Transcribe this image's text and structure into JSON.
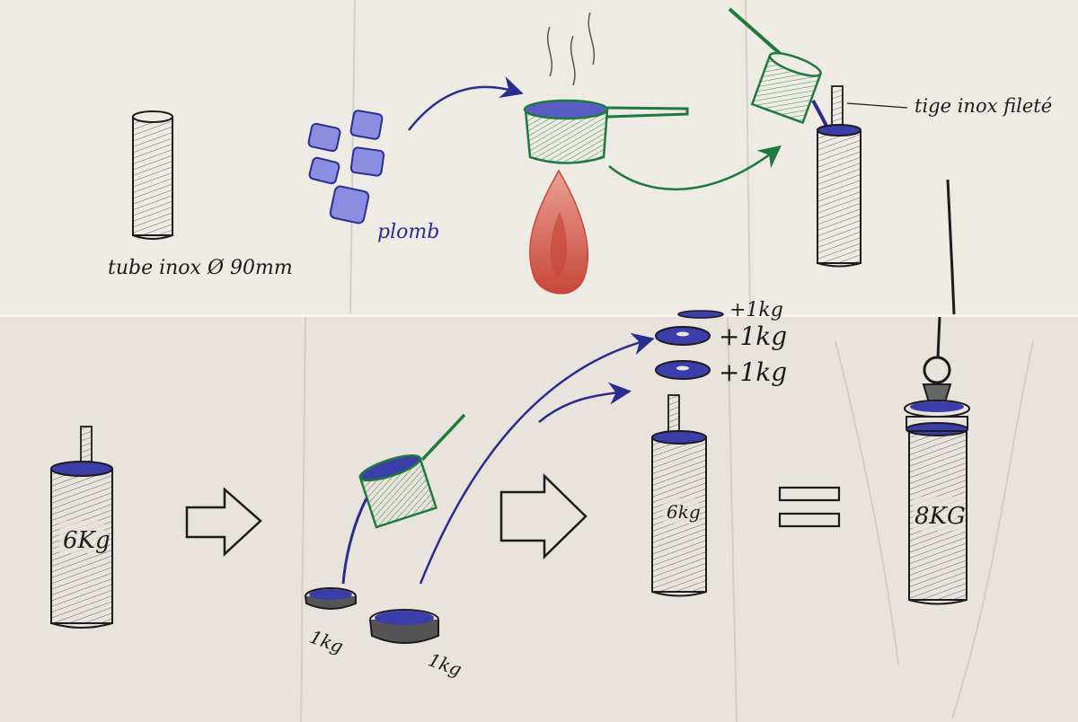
{
  "labels": {
    "tube": "tube inox Ø 90mm",
    "lead": "plomb",
    "rod": "tige inox fileté",
    "weight_6kg_a": "6Kg",
    "weight_6kg_b": "6kg",
    "disc_a": "1kg",
    "disc_b": "1kg",
    "plus_top": "+1kg",
    "plus_1": "+1kg",
    "plus_2": "+1kg",
    "total": "8KG"
  },
  "colors": {
    "paper": "#ebe6e0",
    "ink_black": "#1c1c1e",
    "ink_blue": "#2b2d8e",
    "ink_green": "#1f7a3e",
    "flame_red": "#c8473a"
  },
  "icons": {
    "right_arrow": "hollow-right-arrow-icon",
    "equals": "equals-sign-icon",
    "flame": "flame-icon"
  }
}
